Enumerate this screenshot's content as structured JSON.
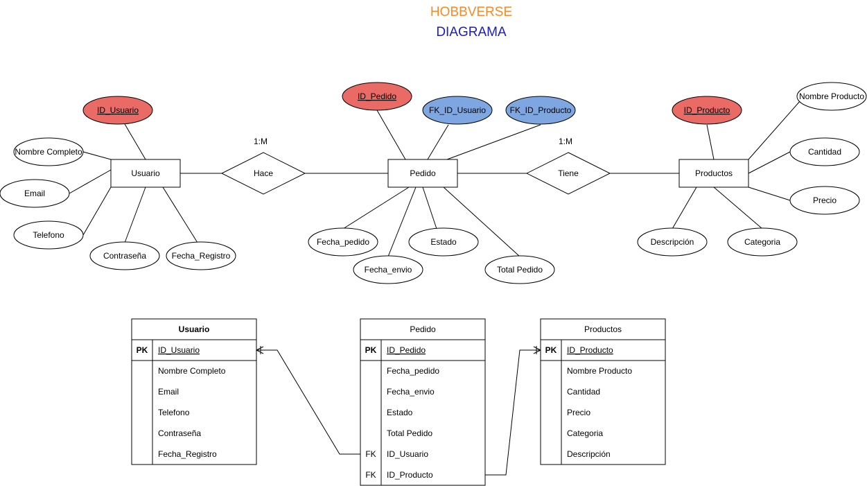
{
  "title": "HOBBVERSE",
  "subtitle": "DIAGRAMA",
  "colors": {
    "title": "#F28C28",
    "subtitle": "#1A1AC8",
    "primary_key_fill": "#EA6B66",
    "foreign_key_fill": "#7EA6E0",
    "stroke": "#000000",
    "fill": "#FFFFFF"
  },
  "er": {
    "entities": {
      "usuario": "Usuario",
      "pedido": "Pedido",
      "productos": "Productos"
    },
    "relationships": {
      "hace": "Hace",
      "tiene": "Tiene"
    },
    "cardinalities": {
      "hace": "1:M",
      "tiene": "1:M"
    },
    "attributes": {
      "usuario": {
        "id": "ID_Usuario",
        "nombre": "Nombre Completo",
        "email": "Email",
        "telefono": "Telefono",
        "contrasena": "Contraseña",
        "fecha_registro": "Fecha_Registro"
      },
      "pedido": {
        "id": "ID_Pedido",
        "fk_usuario": "FK_ID_Usuario",
        "fk_producto": "FK_ID_Producto",
        "fecha_pedido": "Fecha_pedido",
        "fecha_envio": "Fecha_envio",
        "estado": "Estado",
        "total": "Total Pedido"
      },
      "productos": {
        "id": "ID_Producto",
        "nombre": "Nombre Producto",
        "cantidad": "Cantidad",
        "precio": "Precio",
        "descripcion": "Descripción",
        "categoria": "Categoria"
      }
    }
  },
  "tables": {
    "usuario": {
      "name": "Usuario",
      "pk_marker": "PK",
      "pk_field": "ID_Usuario",
      "fields": [
        "Nombre Completo",
        "Email",
        "Telefono",
        "Contraseña",
        "Fecha_Registro"
      ]
    },
    "pedido": {
      "name": "Pedido",
      "pk_marker": "PK",
      "pk_field": "ID_Pedido",
      "fields": [
        "Fecha_pedido",
        "Fecha_envio",
        "Estado",
        "Total Pedido"
      ],
      "fk_marker_1": "FK",
      "fk_field_1": "ID_Usuario",
      "fk_marker_2": "FK",
      "fk_field_2": "ID_Producto"
    },
    "productos": {
      "name": "Productos",
      "pk_marker": "PK",
      "pk_field": "ID_Producto",
      "fields": [
        "Nombre Producto",
        "Cantidad",
        "Precio",
        "Categoria",
        "Descripción"
      ]
    }
  }
}
